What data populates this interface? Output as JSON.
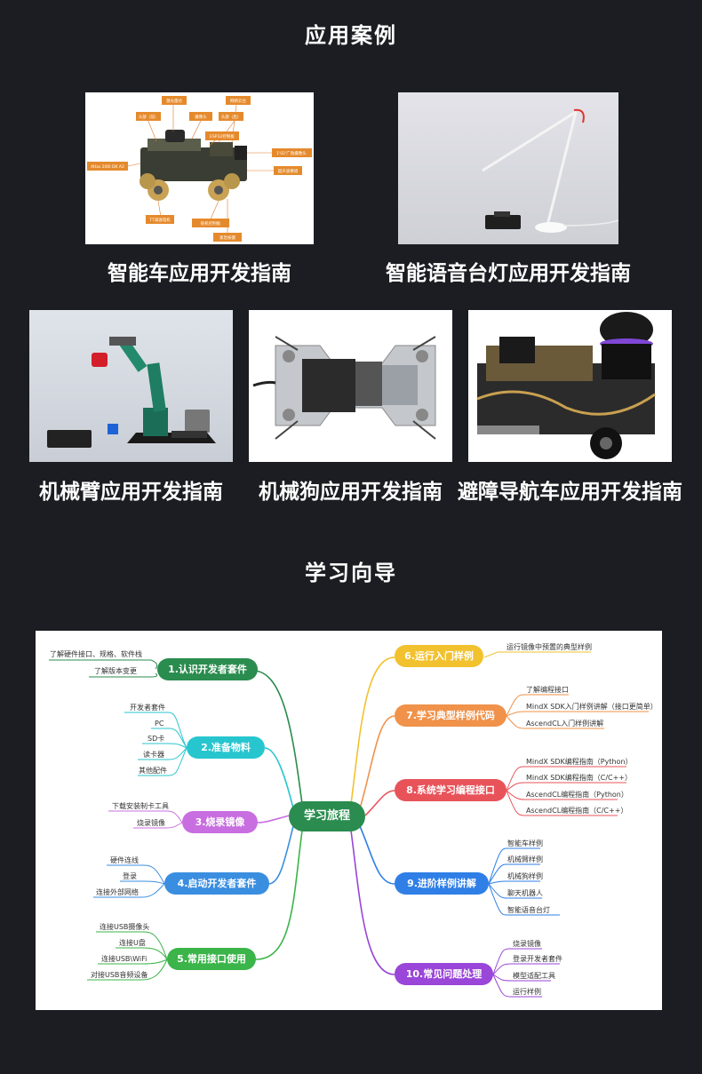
{
  "sections": {
    "cases_title": "应用案例",
    "guide_title": "学习向导"
  },
  "cases": [
    {
      "caption": "智能车应用开发指南"
    },
    {
      "caption": "智能语音台灯应用开发指南"
    },
    {
      "caption": "机械臂应用开发指南"
    },
    {
      "caption": "机械狗应用开发指南"
    },
    {
      "caption": "避障导航车应用开发指南"
    }
  ],
  "car_labels": [
    "激光雷达",
    "网络云台",
    "头部（前）",
    "摄像头",
    "头部（后）",
    "ESP32控制板",
    "Atlas 200I DK A2",
    "1'02'广角摄像头",
    "超声波模组",
    "TT减速电机",
    "麦克纳姆轮",
    "舵机控制板",
    "紧急按键"
  ],
  "mindmap": {
    "center": "学习旅程",
    "colors": {
      "green": "#2a8c4e",
      "cyan": "#27c6cf",
      "purple": "#c86ee0",
      "blue": "#3a8ee0",
      "lime": "#3bb449",
      "yellow": "#f2c12e",
      "orange": "#f0924a",
      "red": "#e8535a",
      "royal": "#2f7fe6",
      "violet": "#9a46d8"
    },
    "left": [
      {
        "label": "1.认识开发者套件",
        "leaves": [
          "了解硬件接口、规格、软件栈",
          "了解版本变更"
        ]
      },
      {
        "label": "2.准备物料",
        "leaves": [
          "开发者套件",
          "PC",
          "SD卡",
          "读卡器",
          "其他配件"
        ]
      },
      {
        "label": "3.烧录镜像",
        "leaves": [
          "下载安装制卡工具",
          "烧录镜像"
        ]
      },
      {
        "label": "4.启动开发者套件",
        "leaves": [
          "硬件连线",
          "登录",
          "连接外部网络"
        ]
      },
      {
        "label": "5.常用接口使用",
        "leaves": [
          "连接USB摄像头",
          "连接U盘",
          "连接USB\\WiFi",
          "对接USB音频设备"
        ]
      }
    ],
    "right": [
      {
        "label": "6.运行入门样例",
        "leaves": [
          "运行镜像中预置的典型样例"
        ]
      },
      {
        "label": "7.学习典型样例代码",
        "leaves": [
          "了解编程接口",
          "MindX SDK入门样例讲解（接口更简单）",
          "AscendCL入门样例讲解"
        ]
      },
      {
        "label": "8.系统学习编程接口",
        "leaves": [
          "MindX SDK编程指南（Python）",
          "MindX SDK编程指南（C/C++）",
          "AscendCL编程指南（Python）",
          "AscendCL编程指南（C/C++）"
        ]
      },
      {
        "label": "9.进阶样例讲解",
        "leaves": [
          "智能车样例",
          "机械臂样例",
          "机械狗样例",
          "聊天机器人",
          "智能语音台灯"
        ]
      },
      {
        "label": "10.常见问题处理",
        "leaves": [
          "烧录镜像",
          "登录开发者套件",
          "模型适配工具",
          "运行样例"
        ]
      }
    ]
  }
}
